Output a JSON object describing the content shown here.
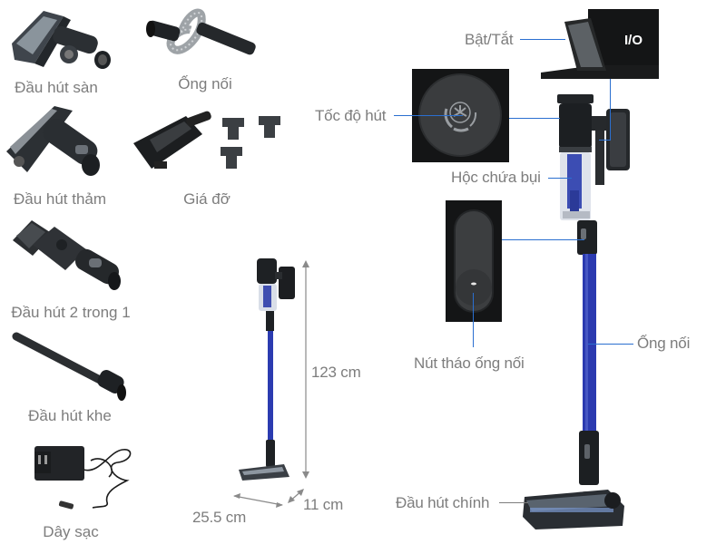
{
  "accessories": [
    {
      "id": "floor-head",
      "label": "Đầu hút sàn"
    },
    {
      "id": "extension-hose",
      "label": "Ống nối"
    },
    {
      "id": "carpet-head",
      "label": "Đầu hút thảm"
    },
    {
      "id": "wall-mount",
      "label": "Giá đỡ"
    },
    {
      "id": "two-in-one-head",
      "label": "Đầu hút 2 trong 1"
    },
    {
      "id": "crevice-tool",
      "label": "Đầu hút khe"
    },
    {
      "id": "charger",
      "label": "Dây sạc"
    }
  ],
  "dimensions": {
    "height": "123 cm",
    "width": "25.5 cm",
    "depth": "11 cm"
  },
  "callouts": {
    "power": "Bật/Tắt",
    "power_switch_text": "I/O",
    "suction_speed": "Tốc độ hút",
    "dust_bin": "Hộc chứa bụi",
    "tube_release": "Nút tháo ống nối",
    "tube": "Ống nối",
    "main_head": "Đầu hút chính"
  },
  "colors": {
    "callout_line": "#2a6fd0",
    "tube_blue": "#2a3aa8",
    "label_gray": "#7d7d7d"
  }
}
